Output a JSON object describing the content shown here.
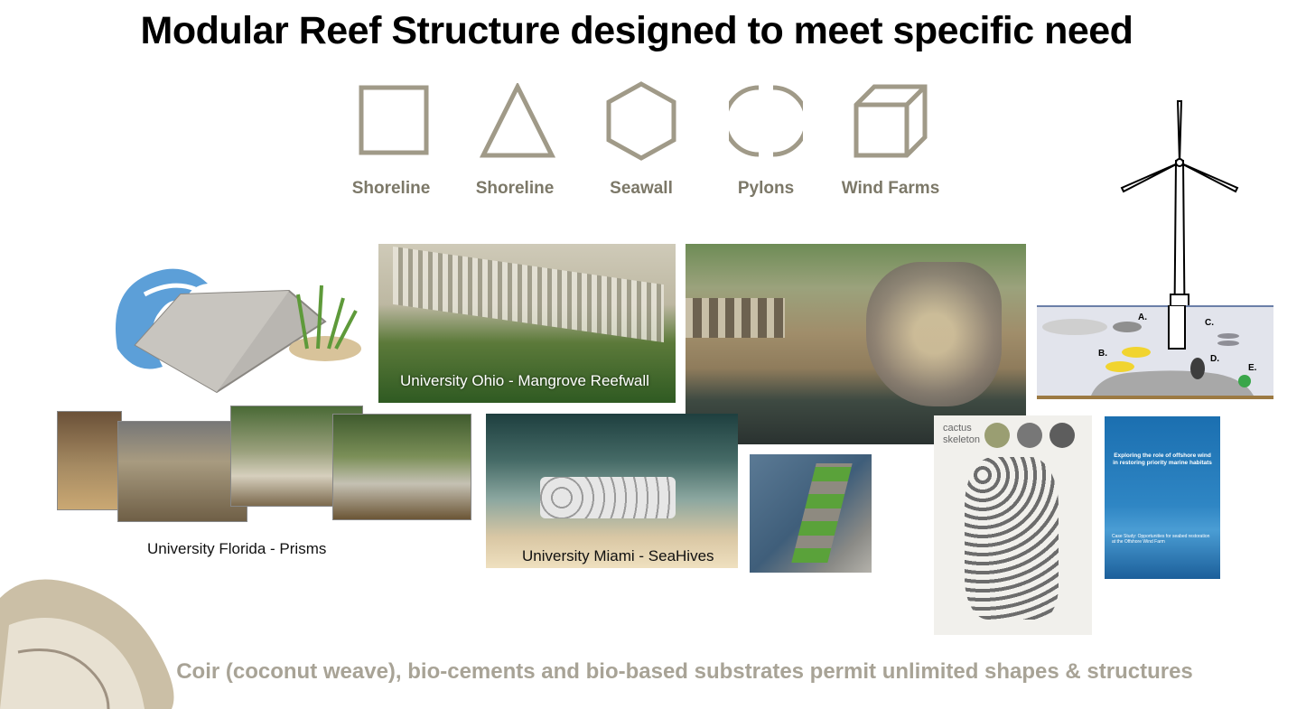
{
  "title": "Modular Reef Structure designed to meet specific need",
  "shapes": [
    {
      "label": "Shoreline",
      "icon": "square-icon"
    },
    {
      "label": "Shoreline",
      "icon": "triangle-icon"
    },
    {
      "label": "Seawall",
      "icon": "hexagon-icon"
    },
    {
      "label": "Pylons",
      "icon": "circle-icon"
    },
    {
      "label": "Wind Farms",
      "icon": "cube-icon"
    }
  ],
  "captions": {
    "florida": "University Florida - Prisms",
    "ohio": "University Ohio - Mangrove Reefwall",
    "miami": "University Miami - SeaHives"
  },
  "diagram_labels": [
    "A.",
    "B.",
    "C.",
    "D.",
    "E."
  ],
  "cactus_label": [
    "cactus",
    "skeleton"
  ],
  "report": {
    "header": "Exploring the role of offshore wind in restoring priority marine habitats",
    "subtitle": "Case Study: Opportunities for seabed restoration at the Offshore Wind Farm"
  },
  "footer": "Coir (coconut weave), bio-cements and bio-based substrates permit unlimited shapes & structures",
  "colors": {
    "shape_stroke": "#a09a88",
    "label": "#7c7868",
    "footer": "#a8a396"
  }
}
